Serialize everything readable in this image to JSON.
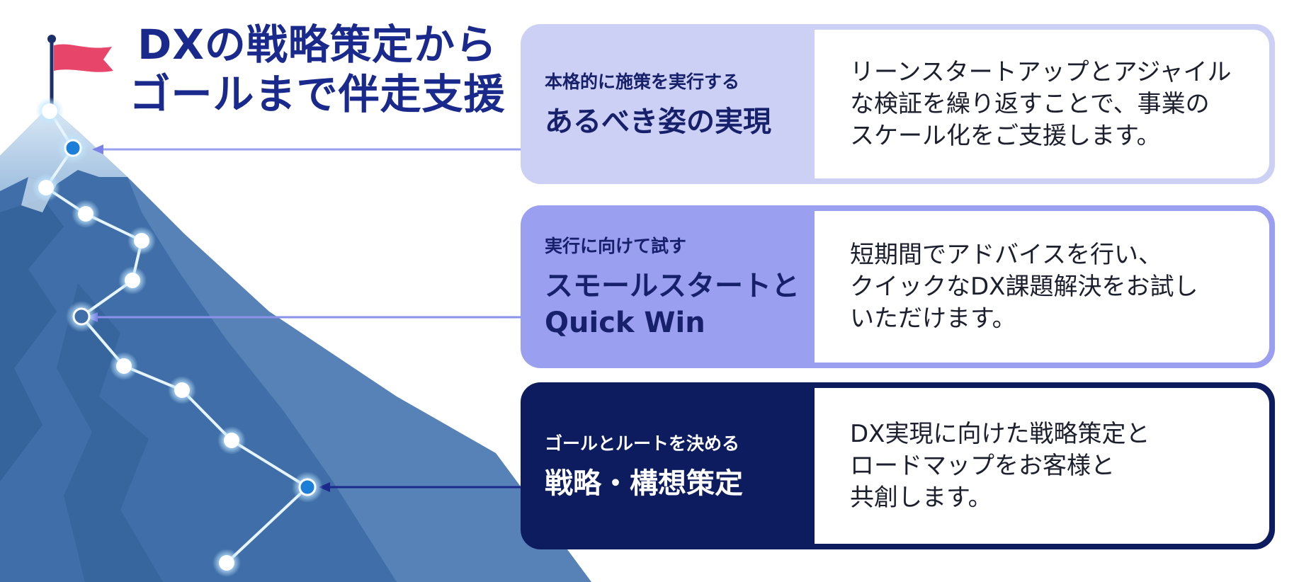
{
  "title": {
    "line1": "DXの戦略策定から",
    "line2": "ゴールまで伴走支援"
  },
  "stages": [
    {
      "subtitle": "本格的に施策を実行する",
      "heading": "あるべき姿の実現",
      "description": "リーンスタートアップとアジャイル\nな検証を繰り返すことで、事業の\nスケール化をご支援します。"
    },
    {
      "subtitle": "実行に向けて試す",
      "heading": "スモールスタートと\nQuick Win",
      "description": "短期間でアドバイスを行い、\nクイックなDX課題解決をお試し\nいただけます。"
    },
    {
      "subtitle": "ゴールとルートを決める",
      "heading": "戦略・構想策定",
      "description": "DX実現に向けた戦略策定と\nロードマップをお客様と\n共創します。"
    }
  ],
  "colors": {
    "title": "#1a2a8c",
    "card1_bg": "#cdd0f5",
    "card2_bg": "#9a9ff0",
    "card3_bg": "#0d1c5e",
    "mountain": "#3f6ea8",
    "flag": "#e8456a",
    "path_node": "#dff3ff"
  },
  "icons": [
    "flag-icon",
    "mountain-illustration",
    "path-node-icon",
    "arrow-left-icon"
  ]
}
